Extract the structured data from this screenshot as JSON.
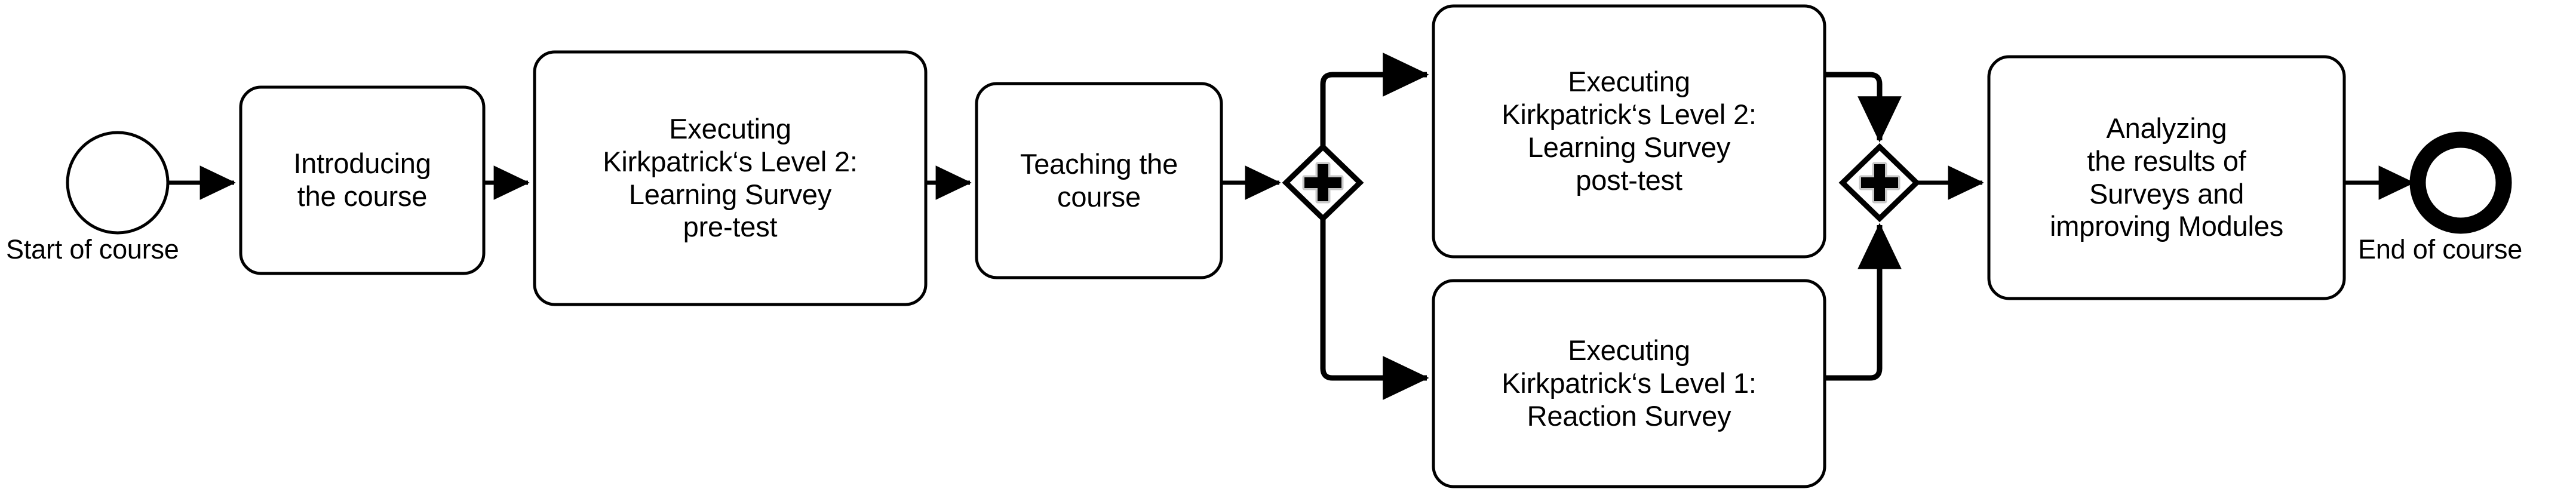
{
  "diagram": {
    "type": "bpmn-process-diagram",
    "title": "Course evaluation process with Kirkpatrick surveys",
    "background_color": "#ffffff",
    "stroke_color": "#000000",
    "gateway_marker_shadow_color": "#c8c8c8"
  },
  "events": [
    {
      "id": "start-of-course",
      "kind": "start-event",
      "label": "Start of course",
      "shape": "circle",
      "stroke_width": "thin"
    },
    {
      "id": "end-of-course",
      "kind": "end-event",
      "label": "End of course",
      "shape": "circle",
      "stroke_width": "thick"
    }
  ],
  "tasks": [
    {
      "id": "introducing-the-course",
      "label": "Introducing\nthe course"
    },
    {
      "id": "executing-level-2-pre-test",
      "label": "Executing\nKirkpatrick‘s Level 2:\nLearning Survey\npre-test"
    },
    {
      "id": "teaching-the-course",
      "label": "Teaching the\ncourse"
    },
    {
      "id": "executing-level-2-post-test",
      "label": "Executing\nKirkpatrick‘s Level 2:\nLearning Survey\npost-test"
    },
    {
      "id": "executing-level-1-reaction-survey",
      "label": "Executing\nKirkpatrick‘s Level 1:\nReaction Survey"
    },
    {
      "id": "analyzing-results",
      "label": "Analyzing\nthe results of\nSurveys and\nimproving Modules"
    }
  ],
  "gateways": [
    {
      "id": "parallel-split-gateway",
      "kind": "parallel-gateway",
      "marker": "plus",
      "role": "split"
    },
    {
      "id": "parallel-join-gateway",
      "kind": "parallel-gateway",
      "marker": "plus",
      "role": "join"
    }
  ],
  "flows": [
    {
      "id": "flow-start-to-introducing",
      "from": "start-of-course",
      "to": "introducing-the-course"
    },
    {
      "id": "flow-introducing-to-pretest",
      "from": "introducing-the-course",
      "to": "executing-level-2-pre-test"
    },
    {
      "id": "flow-pretest-to-teaching",
      "from": "executing-level-2-pre-test",
      "to": "teaching-the-course"
    },
    {
      "id": "flow-teaching-to-split",
      "from": "teaching-the-course",
      "to": "parallel-split-gateway"
    },
    {
      "id": "flow-split-to-posttest",
      "from": "parallel-split-gateway",
      "to": "executing-level-2-post-test"
    },
    {
      "id": "flow-split-to-reaction",
      "from": "parallel-split-gateway",
      "to": "executing-level-1-reaction-survey"
    },
    {
      "id": "flow-posttest-to-join",
      "from": "executing-level-2-post-test",
      "to": "parallel-join-gateway"
    },
    {
      "id": "flow-reaction-to-join",
      "from": "executing-level-1-reaction-survey",
      "to": "parallel-join-gateway"
    },
    {
      "id": "flow-join-to-analyzing",
      "from": "parallel-join-gateway",
      "to": "analyzing-results"
    },
    {
      "id": "flow-analyzing-to-end",
      "from": "analyzing-results",
      "to": "end-of-course"
    }
  ]
}
